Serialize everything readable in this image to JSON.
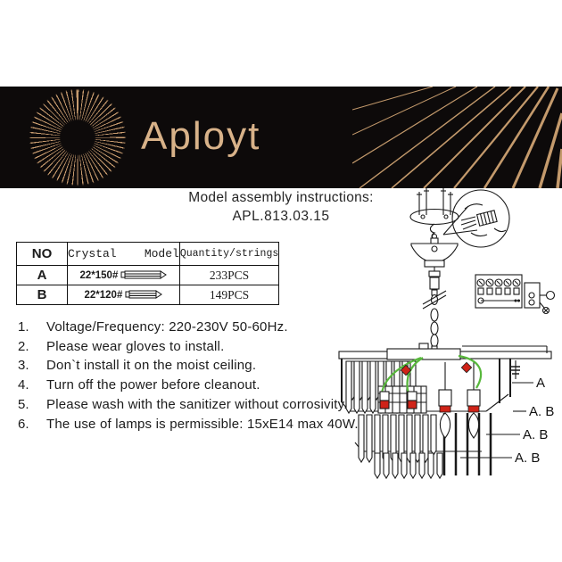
{
  "banner": {
    "brand": "Aployt",
    "bg": "#0d0a0a",
    "gold": "#c79b6e"
  },
  "title": {
    "line1": "Model assembly instructions:",
    "line2": "APL.813.03.15"
  },
  "parts_table": {
    "headers": {
      "no": "NO",
      "model": "Crystal    Model",
      "qty": "Quantity/strings"
    },
    "rows": [
      {
        "no": "A",
        "model": "22*150#",
        "qty": "233PCS"
      },
      {
        "no": "B",
        "model": "22*120#",
        "qty": "149PCS"
      }
    ]
  },
  "instructions": [
    {
      "num": "1.",
      "text": "Voltage/Frequency: 220-230V 50-60Hz."
    },
    {
      "num": "2.",
      "text": "Please wear gloves to install."
    },
    {
      "num": "3.",
      "text": "Don`t install it on the moist ceiling."
    },
    {
      "num": "4.",
      "text": "Turn off the power before cleanout."
    },
    {
      "num": "5.",
      "text": "Please wash with the sanitizer without corrosivity."
    },
    {
      "num": "6.",
      "text": "The use of lamps is permissible: 15xE14 max 40W."
    }
  ],
  "diagram": {
    "tier_labels": [
      "A",
      "A. B",
      "A. B",
      "A. B"
    ],
    "wire_color": "#58b83c",
    "socket_color": "#cf2318"
  }
}
